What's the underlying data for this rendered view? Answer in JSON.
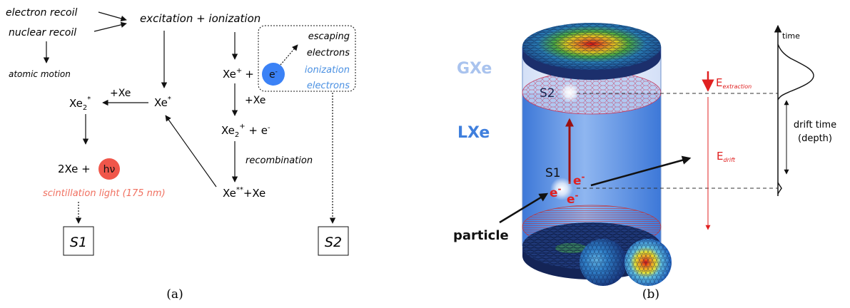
{
  "panel_a": {
    "caption": "(a)",
    "electron_recoil": "electron recoil",
    "nuclear_recoil": "nuclear recoil",
    "atomic_motion": "atomic motion",
    "excitation_ionization": "excitation + ionization",
    "xe_plus": "Xe",
    "xe_plus_sup": "+",
    "plus_sign": "+",
    "e_minus": "e",
    "e_minus_sup": "-",
    "escaping_1": "escaping",
    "escaping_2": "electrons",
    "ionization_1": "ionization",
    "ionization_2": "electrons",
    "plus_xe_right": "+Xe",
    "plus_xe_left": "+Xe",
    "xe2_star": "Xe",
    "xe2_star_sub": "2",
    "xe2_star_sup": "*",
    "xe_star": "Xe",
    "xe_star_sup": "*",
    "xe2_plus_e": "Xe",
    "xe2_plus_sub": "2",
    "xe2_plus_sup": "+",
    "xe2_plus_tail": " + e",
    "xe2_plus_tail_sup": "-",
    "recombination": "recombination",
    "xe_doublestar": "Xe",
    "xe_doublestar_sup": "**",
    "xe_doublestar_tail": "+Xe",
    "two_xe": "2Xe +",
    "hv": "hν",
    "scintillation": "scintillation light (175 nm)",
    "s1_box": "S1",
    "s2_box": "S2",
    "colors": {
      "blue": "#3b82f6",
      "red": "#f0564a",
      "blue_text": "#4a90e2",
      "red_text": "#f07060"
    }
  },
  "panel_b": {
    "caption": "(b)",
    "gxe": "GXe",
    "lxe": "LXe",
    "s2": "S2",
    "s1": "S1",
    "e": "e",
    "e_sup": "-",
    "particle": "particle",
    "e_extraction_main": "E",
    "e_extraction_sub": "extraction",
    "e_drift_main": "E",
    "e_drift_sub": "drift",
    "time": "time",
    "drift_time_1": "drift time",
    "drift_time_2": "(depth)",
    "colors": {
      "gxe": "#a9c3ee",
      "lxe": "#3f7fdd",
      "field": "#e02020",
      "liquid": "#5f9be8"
    }
  }
}
